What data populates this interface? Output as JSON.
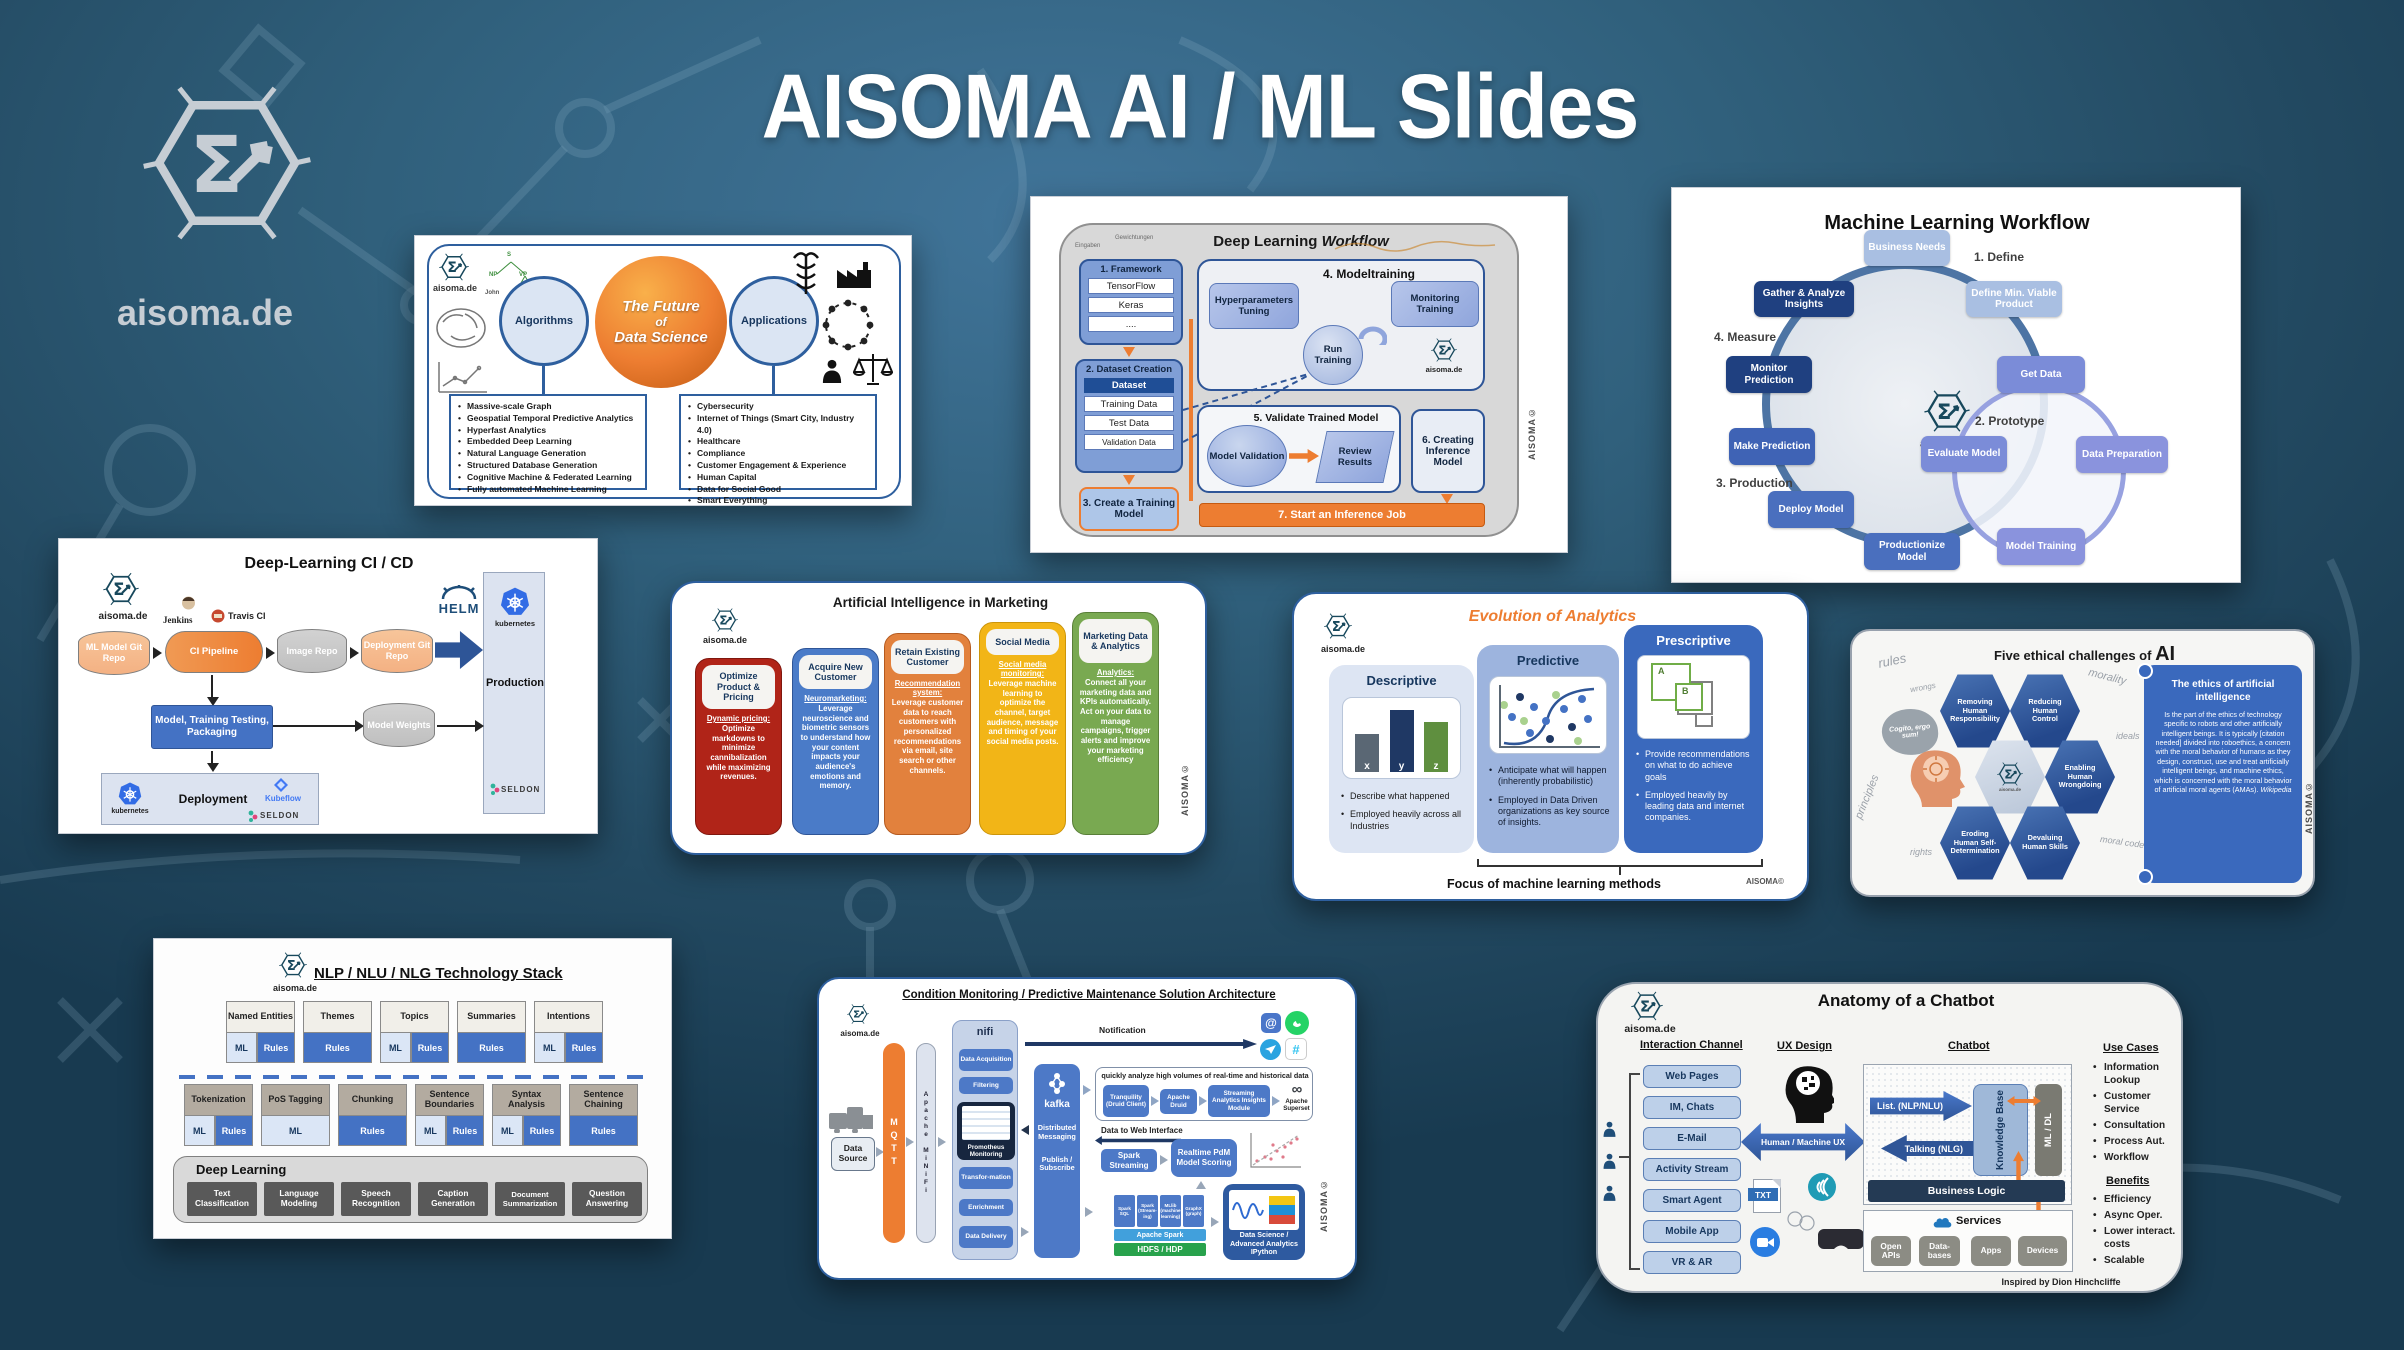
{
  "page": {
    "title": "AISOMA AI / ML Slides",
    "brand": "aisoma.de",
    "watermark": "AISOMA©"
  },
  "s1": {
    "center": {
      "l1": "The Future",
      "l2": "of",
      "l3": "Data Science"
    },
    "left_circle": "Algorithms",
    "right_circle": "Applications",
    "tree": {
      "s": "S",
      "np": "NP",
      "vp": "VP",
      "john": "John",
      "v": "V"
    },
    "algorithms": [
      "Massive-scale Graph",
      "Geospatial Temporal Predictive Analytics",
      "Hyperfast Analytics",
      "Embedded Deep Learning",
      "Natural Language Generation",
      "Structured Database Generation",
      "Cognitive Machine & Federated Learning",
      "Fully automated Machine Learning"
    ],
    "applications": [
      "Cybersecurity",
      "Internet of Things (Smart City, Industry 4.0)",
      "Healthcare",
      "Compliance",
      "Customer Engagement & Experience",
      "Human Capital",
      "Data for Social Good",
      "Smart Everything"
    ]
  },
  "s2": {
    "title_main": "Deep Learning ",
    "title_italic": "Workflow",
    "sketch_inputs": "Eingaben",
    "sketch_weights": "Gewichtungen",
    "step1": {
      "title": "1. Framework",
      "items": [
        "TensorFlow",
        "Keras",
        "...."
      ]
    },
    "step2": {
      "title": "2. Dataset Creation",
      "header": "Dataset",
      "items": [
        "Training Data",
        "Test Data",
        "Validation Data"
      ]
    },
    "step3": "3. Create a Training Model",
    "step4": {
      "title": "4. Modeltraining",
      "box1": "Hyperparameters Tuning",
      "box2": "Monitoring Training",
      "circle": "Run Training"
    },
    "step5": {
      "title": "5. Validate Trained Model",
      "ellipse": "Model Validation",
      "para": "Review Results"
    },
    "step6": "6. Creating Inference Model",
    "step7": "7. Start an Inference Job"
  },
  "s3": {
    "title": "Machine Learning Workflow",
    "phases": [
      "1. Define",
      "2. Prototype",
      "3. Production",
      "4. Measure"
    ],
    "nodes": {
      "business": "Business Needs",
      "mvp": "Define Min. Viable Product",
      "getdata": "Get Data",
      "dataprep": "Data Preparation",
      "evaluate": "Evaluate Model",
      "training": "Model Training",
      "productionize": "Productionize Model",
      "deploy": "Deploy Model",
      "makepred": "Make Prediction",
      "monitor": "Monitor Prediction",
      "gather": "Gather & Analyze Insights"
    }
  },
  "s4": {
    "title": "Deep-Learning CI / CD",
    "jenkins": "Jenkins",
    "travis": "Travis CI",
    "helm": "HELM",
    "ml_repo": "ML Model Git Repo",
    "ci": "CI Pipeline",
    "image_repo": "Image Repo",
    "deploy_repo": "Deployment Git Repo",
    "mtp": "Model, Training Testing, Packaging",
    "weights": "Model Weights",
    "deployment": "Deployment",
    "kubernetes": "kubernetes",
    "production": "Production",
    "seldon": "SELDON",
    "kubeflow": "Kubeflow"
  },
  "s5": {
    "title": "Artificial Intelligence in Marketing",
    "cols": [
      {
        "header": "Optimize Product & Pricing",
        "lead": "Dynamic pricing:",
        "body": "Optimize markdowns to minimize cannibalization while maximizing revenues."
      },
      {
        "header": "Acquire New Customer",
        "lead": "Neuromarketing:",
        "body": "Leverage neuroscience and biometric sensors to understand how your content impacts your audience's emotions and memory."
      },
      {
        "header": "Retain Existing Customer",
        "lead": "Recommendation system:",
        "body": "Leverage customer data to reach customers with personalized recommendations via email, site search or other channels."
      },
      {
        "header": "Social Media",
        "lead": "Social media monitoring:",
        "body": "Leverage machine learning to optimize the channel, target audience, message and timing of your social media posts."
      },
      {
        "header": "Marketing Data & Analytics",
        "lead": "Analytics:",
        "body": "Connect all your marketing data and KPIs automatically. Act on your data to manage campaigns, trigger alerts and improve your marketing efficiency"
      }
    ]
  },
  "s6": {
    "title": "Evolution of Analytics",
    "descriptive": {
      "title": "Descriptive",
      "bars": [
        "x",
        "y",
        "z"
      ],
      "bullets": [
        "Describe what happened",
        "Employed heavily across all Industries"
      ]
    },
    "predictive": {
      "title": "Predictive",
      "bullets": [
        "Anticipate what will happen (inherently probabilistic)",
        "Employed in Data Driven organizations as key source of insights."
      ]
    },
    "prescriptive": {
      "title": "Prescriptive",
      "labels": [
        "A",
        "B"
      ],
      "bullets": [
        "Provide recommendations on what to do achieve goals",
        "Employed heavily by leading data and internet companies."
      ]
    },
    "footer": "Focus of machine learning methods"
  },
  "s7": {
    "title_prefix": "Five ethical challenges of ",
    "title_ai": "AI",
    "bubble": "Cogito, ergo sum!",
    "bg_words": [
      "rules",
      "wrongs",
      "morality",
      "ideals",
      "principles",
      "rights",
      "moral code"
    ],
    "hexes": [
      "Removing Human Responsibility",
      "Reducing Human Control",
      "Enabling Human Wrongdoing",
      "Devaluing Human Skills",
      "Eroding Human Self- Determination"
    ],
    "scroll_title": "The ethics of artificial intelligence",
    "scroll_body": "Is the part of the ethics of technology specific to robots and other artificially intelligent beings. It is typically [citation needed] divided into roboethics, a concern with the moral behavior of humans as they design, construct, use and treat artificially intelligent beings, and machine ethics, which is concerned with the moral behavior of artificial moral agents (AMAs).",
    "scroll_cite": "Wikipedia"
  },
  "s8": {
    "title": "NLP / NLU / NLG Technology Stack",
    "row1": [
      {
        "label": "Named Entities",
        "tags": [
          "ML",
          "Rules"
        ]
      },
      {
        "label": "Themes",
        "tags": [
          "Rules"
        ]
      },
      {
        "label": "Topics",
        "tags": [
          "ML",
          "Rules"
        ]
      },
      {
        "label": "Summaries",
        "tags": [
          "Rules"
        ]
      },
      {
        "label": "Intentions",
        "tags": [
          "ML",
          "Rules"
        ]
      }
    ],
    "row2": [
      {
        "label": "Tokenization",
        "tags": [
          "ML",
          "Rules"
        ]
      },
      {
        "label": "PoS Tagging",
        "tags": [
          "ML"
        ]
      },
      {
        "label": "Chunking",
        "tags": [
          "Rules"
        ]
      },
      {
        "label": "Sentence Boundaries",
        "tags": [
          "ML",
          "Rules"
        ]
      },
      {
        "label": "Syntax Analysis",
        "tags": [
          "ML",
          "Rules"
        ]
      },
      {
        "label": "Sentence Chaining",
        "tags": [
          "Rules"
        ]
      }
    ],
    "deep_learning": {
      "title": "Deep Learning",
      "items": [
        "Text Classification",
        "Language Modeling",
        "Speech Recognition",
        "Caption Generation",
        "Document Summarization",
        "Question Answering"
      ]
    }
  },
  "s9": {
    "title": "Condition Monitoring / Predictive Maintenance Solution Architecture",
    "data_source": "Data Source",
    "mqtt": "MQTT",
    "minifi": "Apache MiNiFi",
    "nifi": "nifi",
    "acq": "Data Acquisition",
    "filtering": "Filtering",
    "prometheus": "Promotheus Monitoring",
    "transformation": "Transfor-mation",
    "enrichment": "Enrichment",
    "delivery": "Data Delivery",
    "kafka": "kafka",
    "kafka_l1": "Distributed Messaging",
    "kafka_l2": "Publish / Subscribe",
    "notification": "Notification",
    "analytics_caption": "quickly analyze high volumes of real-time and historical data",
    "chain": [
      "Tranquility (Druid Client)",
      "Apache Druid",
      "Streaming Analytics Insights Module"
    ],
    "superset_sign": "∞",
    "superset": "Apache Superset",
    "to_web": "Data to Web Interface",
    "spark_streaming": "Spark Streaming",
    "pdm_scoring": "Realtime PdM Model Scoring",
    "spark_cols": [
      "Spark SQL",
      "Spark (Stream- ing)",
      "MLlib (machine learning)",
      "GraphX (graph)"
    ],
    "apache_spark": "Apache Spark",
    "hdfs": "HDFS / HDP",
    "ds_box": "Data Science / Advanced Analytics IPython",
    "email_sign": "@",
    "slack_sign": "#"
  },
  "s10": {
    "title": "Anatomy of a Chatbot",
    "col1_title": "Interaction Channel",
    "channels": [
      "Web Pages",
      "IM, Chats",
      "E-Mail",
      "Activity Stream",
      "Smart Agent",
      "Mobile App",
      "VR & AR"
    ],
    "col2_title": "UX Design",
    "hm_ux": "Human / Machine UX",
    "txt": "TXT",
    "col3_title": "Chatbot",
    "listening": "List. (NLP/NLU)",
    "talking": "Talking (NLG)",
    "kb": "Knowledge Base",
    "mldl": "ML / DL",
    "business_logic": "Business Logic",
    "services": "Services",
    "service_items": [
      "Open APIs",
      "Data- bases",
      "Apps",
      "Devices"
    ],
    "use_cases_title": "Use Cases",
    "use_cases": [
      "Information Lookup",
      "Customer Service",
      "Consultation",
      "Process Aut.",
      "Workflow"
    ],
    "benefits_title": "Benefits",
    "benefits": [
      "Efficiency",
      "Async Oper.",
      "Lower interact. costs",
      "Scalable"
    ],
    "credit": "Inspired by Dion Hinchcliffe"
  }
}
